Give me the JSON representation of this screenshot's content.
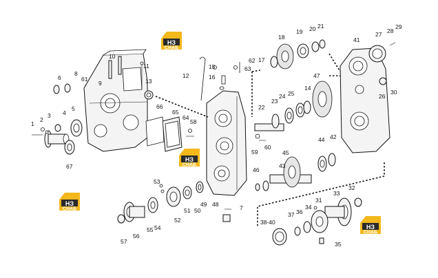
{
  "logo": {
    "text": "НЗ",
    "subtext": "СНАБ",
    "accent_color": "#f2b81c",
    "dark_color": "#2a2a2a"
  },
  "callouts": [
    "1",
    "2",
    "3",
    "4",
    "5",
    "6",
    "7",
    "8",
    "9",
    "10",
    "11",
    "12",
    "13",
    "14",
    "15",
    "16",
    "17",
    "18",
    "19",
    "20",
    "21",
    "22",
    "23",
    "24",
    "25",
    "26",
    "27",
    "28",
    "29",
    "30",
    "31",
    "32",
    "33",
    "34",
    "35",
    "36",
    "37",
    "38-40",
    "41",
    "42",
    "43",
    "44",
    "45",
    "46",
    "47",
    "48",
    "49",
    "50",
    "51",
    "52",
    "53",
    "54",
    "55",
    "56",
    "57",
    "58",
    "59",
    "60",
    "61",
    "62",
    "63",
    "64",
    "65",
    "66",
    "67"
  ]
}
